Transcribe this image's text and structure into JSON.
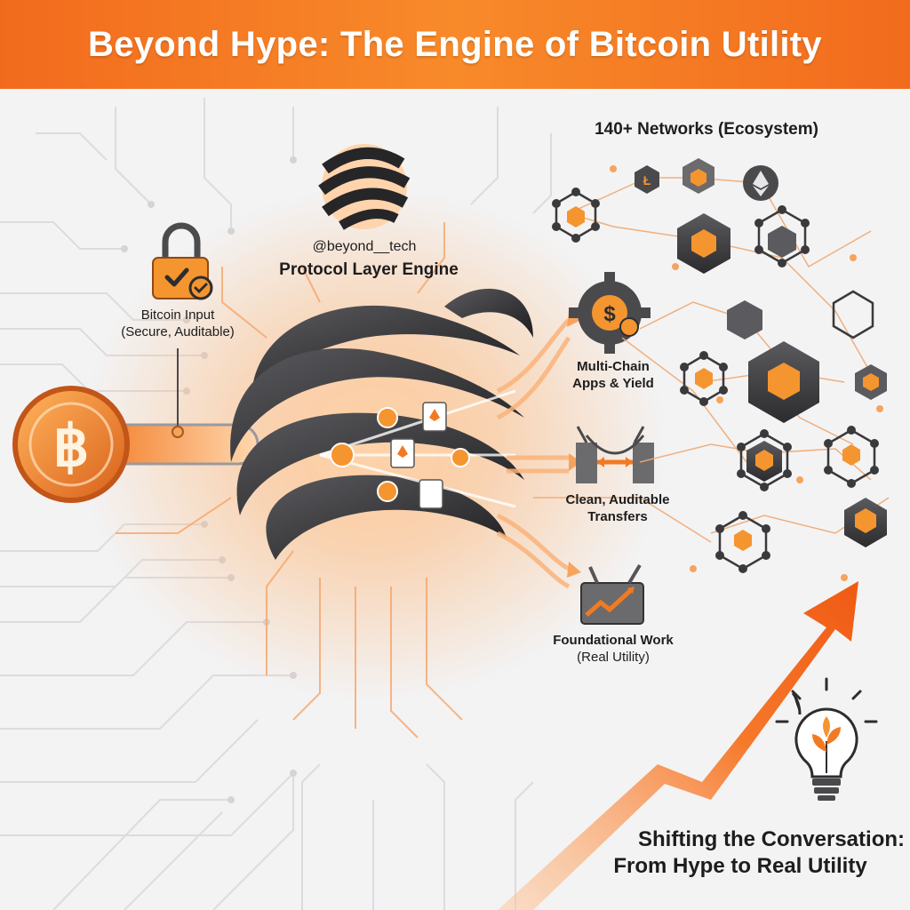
{
  "title": "Beyond Hype: The Engine of Bitcoin Utility",
  "engine": {
    "handle": "@beyond__tech",
    "name": "Protocol Layer Engine"
  },
  "input": {
    "title": "Bitcoin Input",
    "subtitle": "(Secure, Auditable)"
  },
  "ecosystem": {
    "title": "140+ Networks (Ecosystem)"
  },
  "outputs": [
    {
      "line1": "Multi-Chain",
      "line2": "Apps & Yield"
    },
    {
      "line1": "Clean, Auditable",
      "line2": "Transfers"
    },
    {
      "line1": "Foundational Work",
      "line2": "(Real Utility)"
    }
  ],
  "conclusion": {
    "line1": "Shifting the Conversation:",
    "line2": "From Hype to Real Utility"
  },
  "colors": {
    "accent": "#f47a20",
    "dark": "#3a3a3c",
    "background": "#f3f3f4"
  },
  "icons": [
    "bitcoin-coin-icon",
    "padlock-check-icon",
    "swirl-logo-icon",
    "gear-dollar-icon",
    "bridge-icon",
    "toolbox-chart-icon",
    "lightbulb-sprout-icon",
    "cube-network-icon",
    "eth-icon"
  ]
}
